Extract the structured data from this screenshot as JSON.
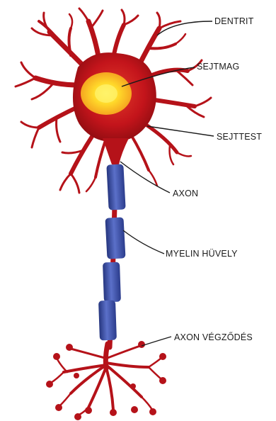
{
  "labels": {
    "dendrite": "DENTRIT",
    "nucleus": "SEJTMAG",
    "cell_body": "SEJTTEST",
    "axon": "AXON",
    "myelin_sheath": "MYELIN HÜVELY",
    "axon_terminal": "AXON VÉGZŐDÉS"
  },
  "colors": {
    "cell_body": "#c3141b",
    "cell_body_dark": "#8a0c10",
    "nucleus_outer": "#f5a623",
    "nucleus_inner": "#ffe83a",
    "myelin": "#3b4fa8",
    "myelin_light": "#6f83d6",
    "leader_line": "#1a1a1a"
  }
}
